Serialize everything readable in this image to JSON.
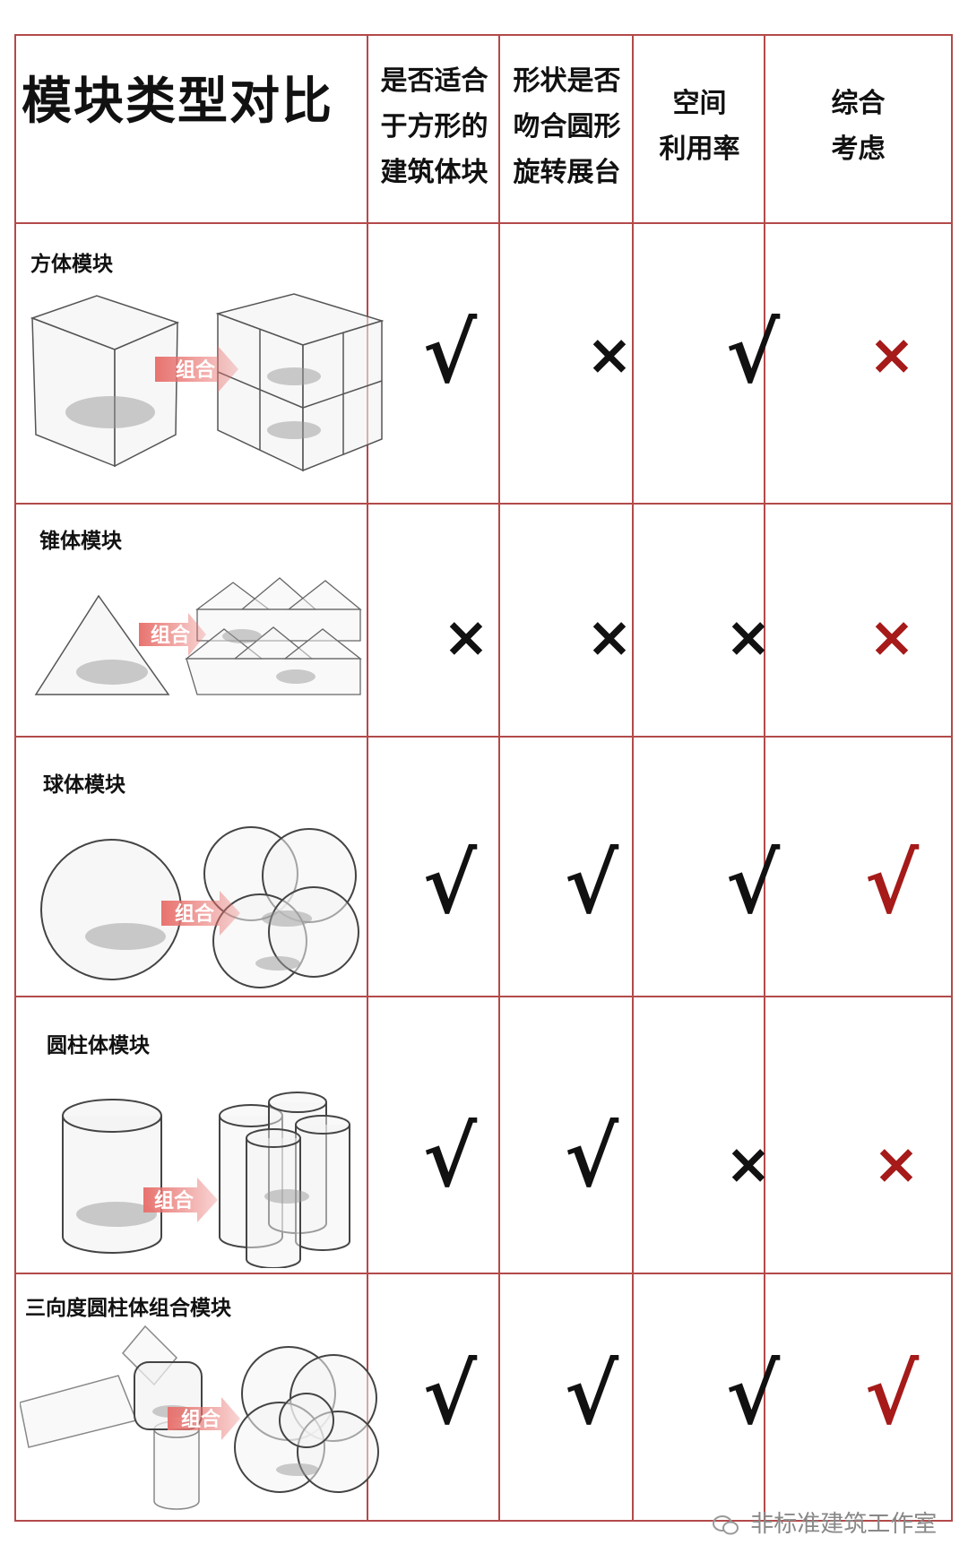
{
  "title": "模块类型对比",
  "columns": [
    {
      "line1": "是否适合",
      "line2": "于方形的",
      "line3": "建筑体块"
    },
    {
      "line1": "形状是否",
      "line2": "吻合圆形",
      "line3": "旋转展台"
    },
    {
      "line1": "空间",
      "line2": "利用率",
      "line3": ""
    },
    {
      "line1": "综合",
      "line2": "考虑",
      "line3": ""
    }
  ],
  "arrow_label": "组合",
  "marks": {
    "check": "√",
    "cross": "×"
  },
  "rows": [
    {
      "label": "方体模块",
      "values": [
        "√",
        "×",
        "√",
        "×"
      ]
    },
    {
      "label": "锥体模块",
      "values": [
        "×",
        "×",
        "×",
        "×"
      ]
    },
    {
      "label": "球体模块",
      "values": [
        "√",
        "√",
        "√",
        "√"
      ]
    },
    {
      "label": "圆柱体模块",
      "values": [
        "√",
        "√",
        "×",
        "×"
      ]
    },
    {
      "label": "三向度圆柱体组合模块",
      "values": [
        "√",
        "√",
        "√",
        "√"
      ]
    }
  ],
  "colors": {
    "grid": "#b34a4a",
    "final_column": "#a61a1a",
    "arrow": "#e8736f"
  },
  "watermark": "非标准建筑工作室"
}
